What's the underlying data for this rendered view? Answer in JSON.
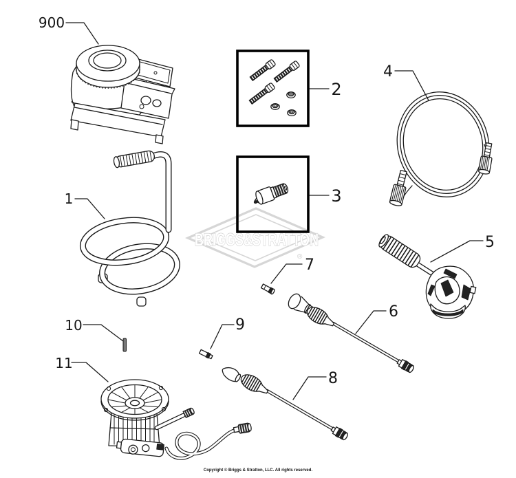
{
  "diagram": {
    "copyright": "Copyright © Briggs & Stratton, LLC. All rights reserved.",
    "watermark": {
      "brand": "BRIGGS&STRATTON",
      "registered": "®"
    },
    "colors": {
      "line": "#1a1a1a",
      "background": "#ffffff",
      "watermark_gray": "#d4d4d4",
      "box_border": "#000000"
    },
    "parts": {
      "engine": {
        "label": "900"
      },
      "frame": {
        "label": "1"
      },
      "hardware_kit": {
        "label": "2"
      },
      "fitting_kit": {
        "label": "3"
      },
      "hose": {
        "label": "4"
      },
      "gun": {
        "label": "5"
      },
      "wand_a": {
        "label": "6"
      },
      "nozzle_a": {
        "label": "7"
      },
      "wand_b": {
        "label": "8"
      },
      "nozzle_b": {
        "label": "9"
      },
      "pin": {
        "label": "10"
      },
      "pump": {
        "label": "11"
      }
    }
  }
}
